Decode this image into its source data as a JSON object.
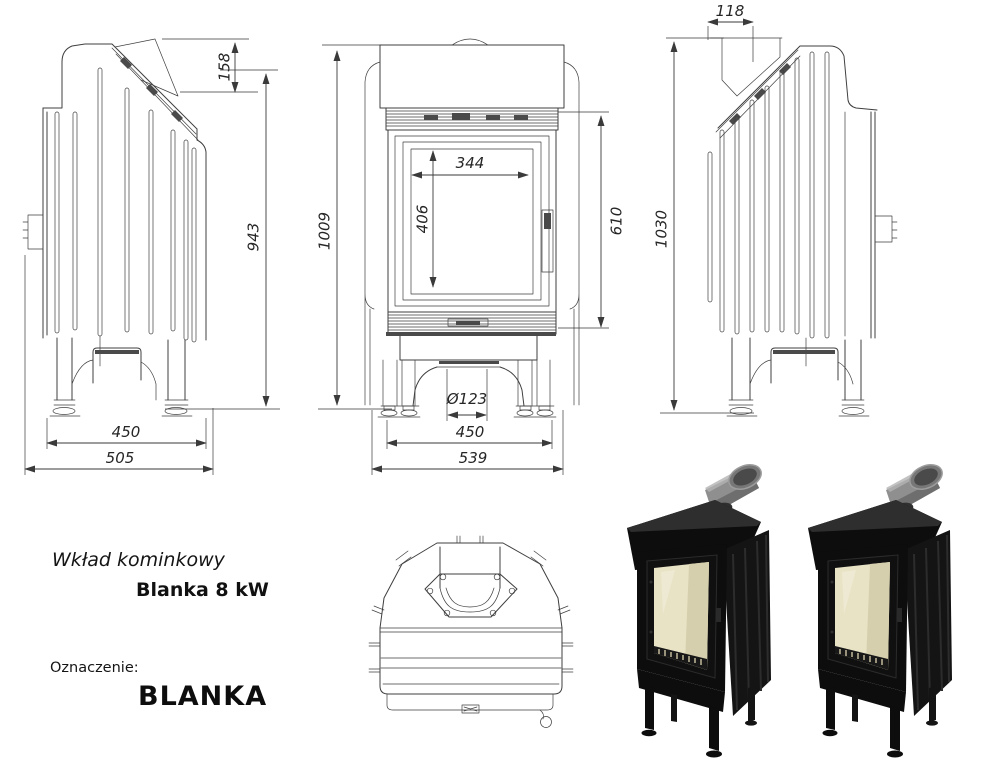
{
  "document": {
    "product_line": "Wkład kominkowy",
    "product_model": "Blanka 8 kW",
    "designation_label": "Oznaczenie:",
    "designation_value": "BLANKA"
  },
  "dimensions_mm": {
    "side_view_left": {
      "hood_height": "158",
      "body_height": "943",
      "base_depth": "450",
      "overall_depth": "505"
    },
    "front_view": {
      "overall_height": "1009",
      "glass_width": "344",
      "glass_height": "406",
      "door_height": "610",
      "flue_diameter": "Ø123",
      "base_width": "450",
      "overall_width": "539"
    },
    "side_view_right": {
      "flue_offset": "118",
      "overall_height": "1030"
    }
  },
  "colors": {
    "background": "#ffffff",
    "drawing_line": "#3f3f3f",
    "dimension_text": "#262626",
    "render_body": "#0d0d0d",
    "render_glass": "#e9e3c6",
    "render_glass_shade": "#d6cfae",
    "render_pipe": "#8f8f8f"
  }
}
